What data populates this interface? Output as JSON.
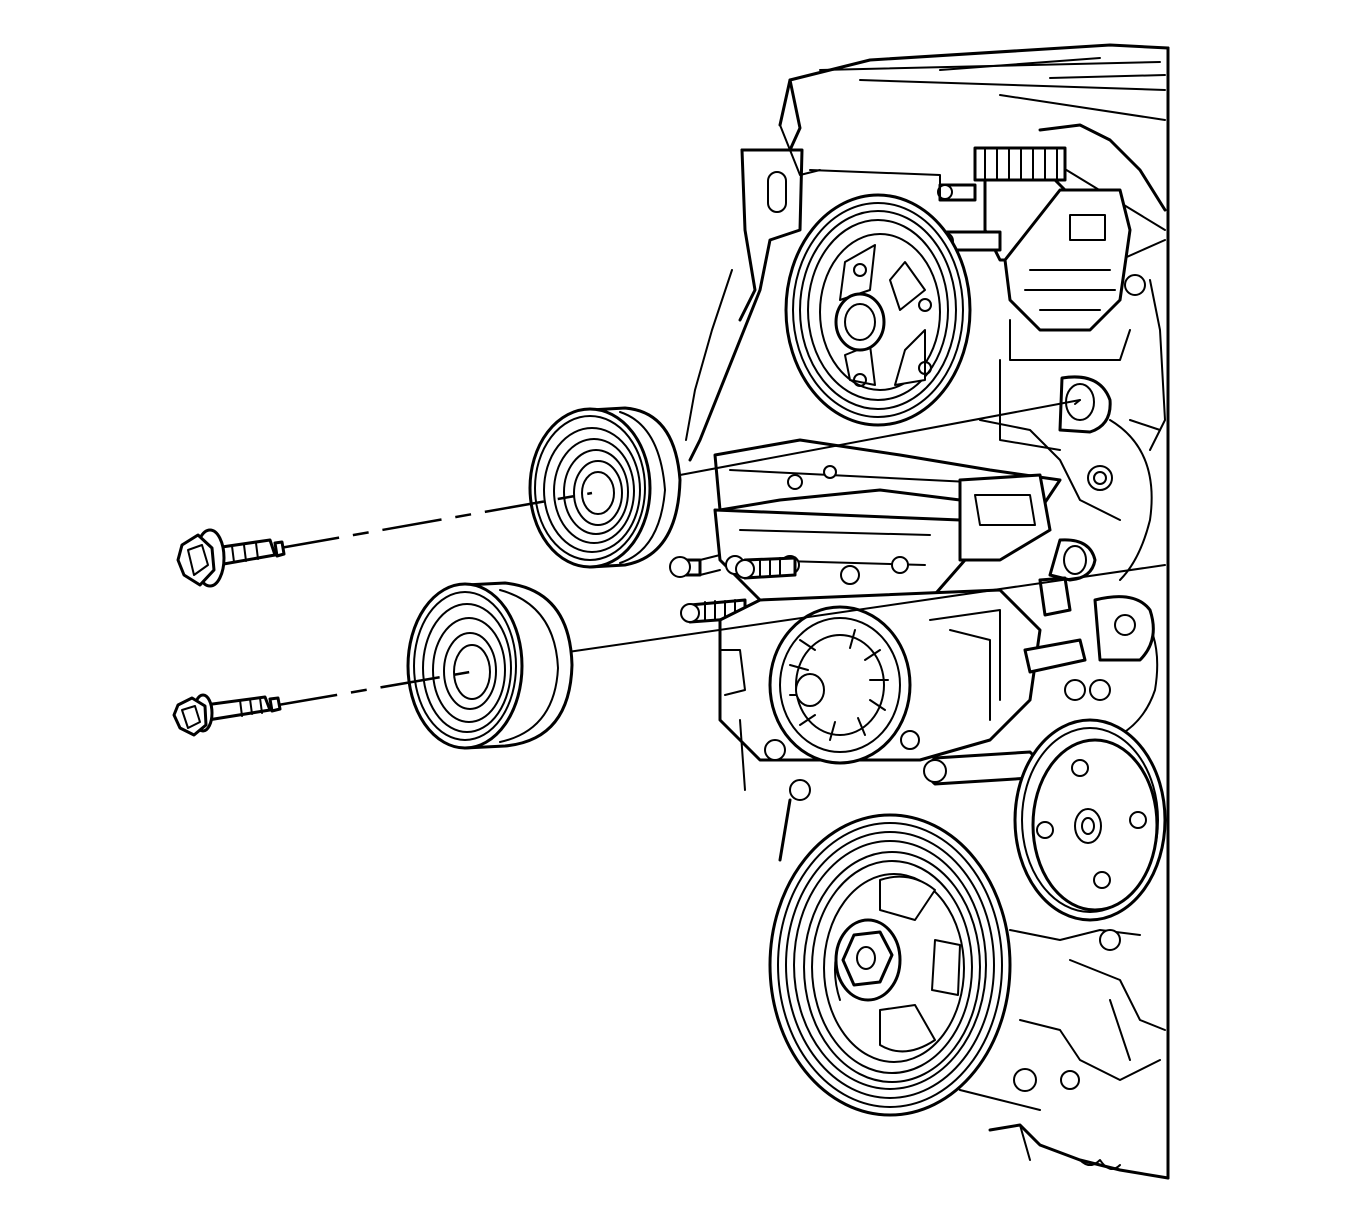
{
  "figure": {
    "background": "#ffffff",
    "line_color": "#000000",
    "parts": [
      {
        "id": "idler-pulley-upper",
        "icon": "idler-pulley"
      },
      {
        "id": "idler-pulley-lower",
        "icon": "idler-pulley"
      },
      {
        "id": "idler-bolt-upper",
        "icon": "flange-bolt"
      },
      {
        "id": "idler-bolt-lower",
        "icon": "hex-bolt"
      },
      {
        "id": "power-steering-pump-pulley",
        "icon": "pulley"
      },
      {
        "id": "crankshaft-balancer",
        "icon": "pulley"
      },
      {
        "id": "water-pump-pulley",
        "icon": "pulley"
      },
      {
        "id": "alternator",
        "icon": "alternator"
      },
      {
        "id": "engine-block",
        "icon": "engine"
      }
    ]
  }
}
